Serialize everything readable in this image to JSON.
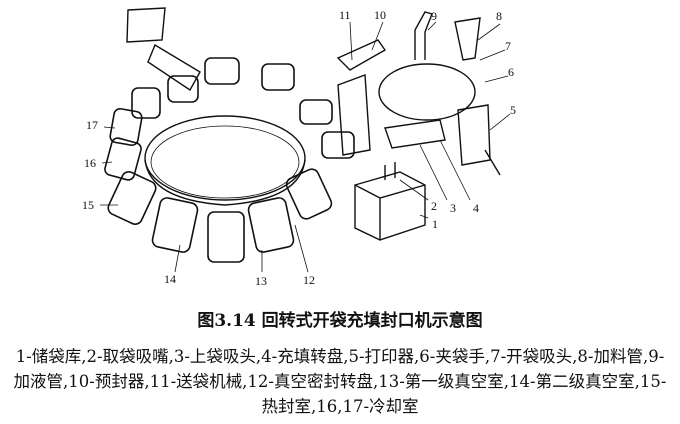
{
  "figure": {
    "title": "图3.14 回转式开袋充填封口机示意图",
    "legend": "1-储袋库,2-取袋吸嘴,3-上袋吸头,4-充填转盘,5-打印器,6-夹袋手,7-开袋吸头,8-加料管,9-加液管,10-预封器,11-送袋机械,12-真空密封转盘,13-第一级真空室,14-第二级真空室,15-热封室,16,17-冷却室",
    "labels": [
      "1",
      "2",
      "3",
      "4",
      "5",
      "6",
      "7",
      "8",
      "9",
      "10",
      "11",
      "12",
      "13",
      "14",
      "15",
      "16",
      "17"
    ]
  }
}
